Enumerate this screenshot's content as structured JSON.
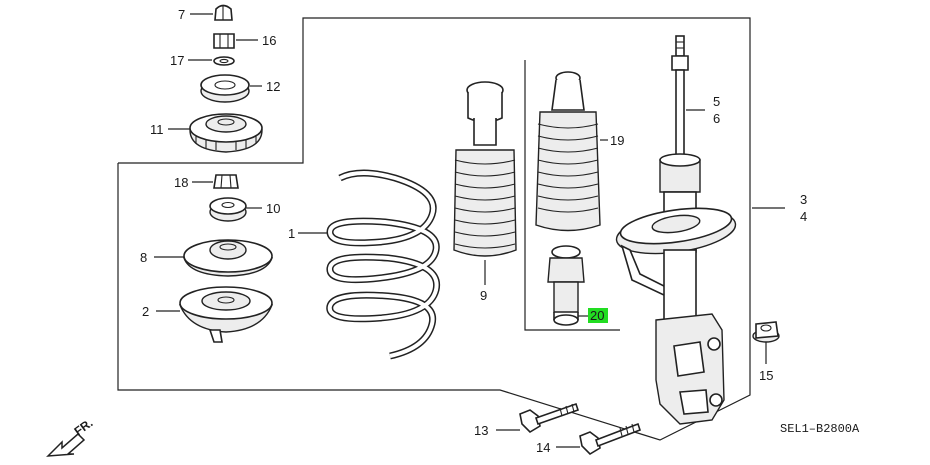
{
  "diagram": {
    "code": "SEL1–B2800A",
    "direction": "FR.",
    "highlight_color": "#22dd22",
    "labels": {
      "p1": "1",
      "p2": "2",
      "p3": "3",
      "p4": "4",
      "p5": "5",
      "p6": "6",
      "p7": "7",
      "p8": "8",
      "p9": "9",
      "p10": "10",
      "p11": "11",
      "p12": "12",
      "p13": "13",
      "p14": "14",
      "p15": "15",
      "p16": "16",
      "p17": "17",
      "p18": "18",
      "p19": "19",
      "p20": "20"
    }
  }
}
